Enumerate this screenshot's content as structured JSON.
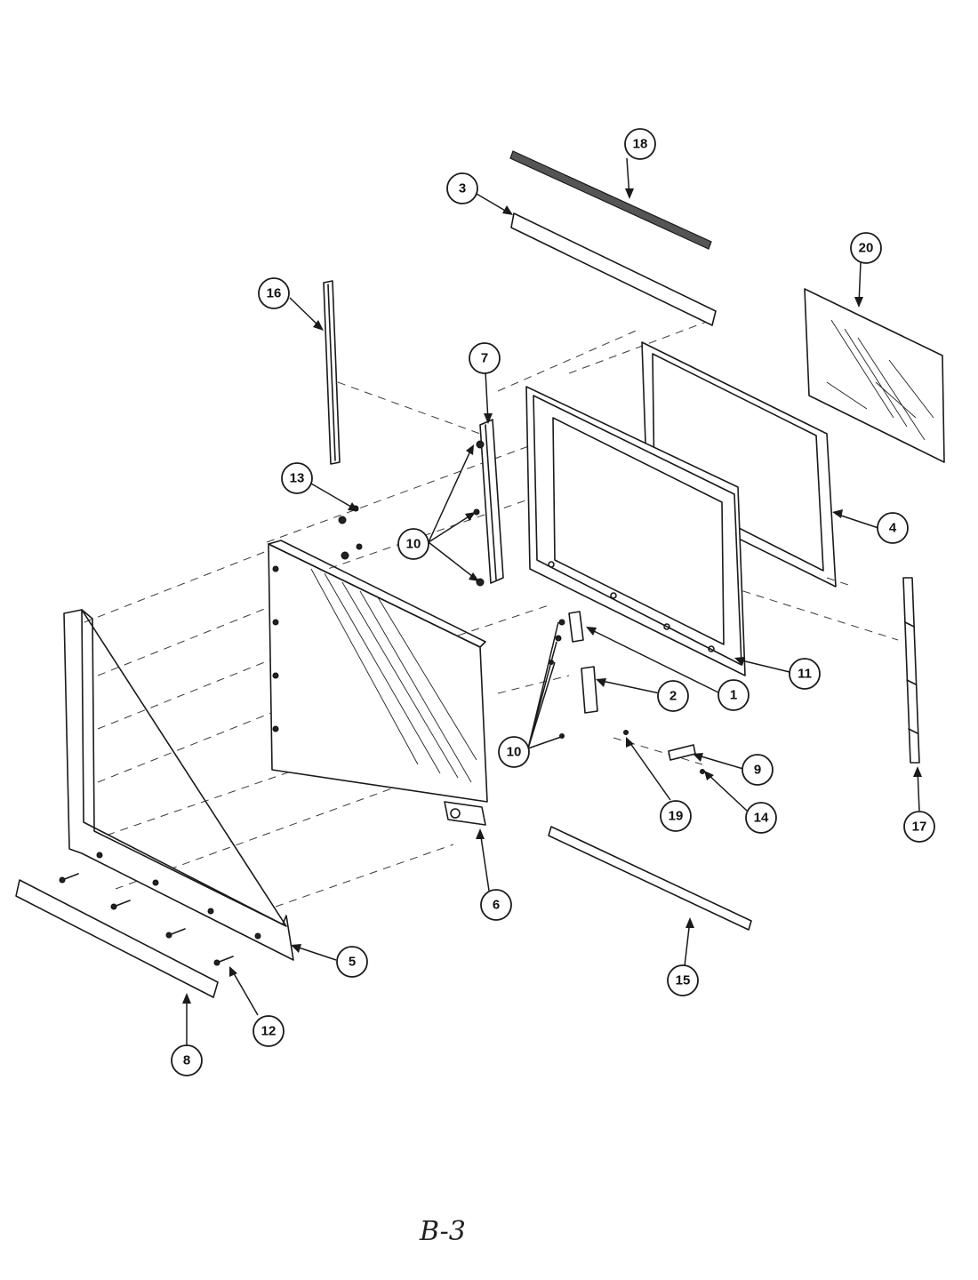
{
  "page_label": "B-3",
  "callouts": [
    "1",
    "2",
    "3",
    "4",
    "5",
    "6",
    "7",
    "8",
    "9",
    "10",
    "11",
    "12",
    "13",
    "14",
    "15",
    "16",
    "17",
    "18",
    "19",
    "20"
  ]
}
